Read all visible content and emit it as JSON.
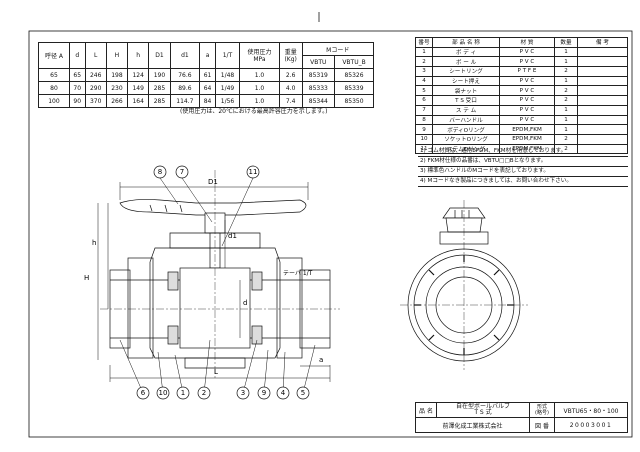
{
  "dims_table": {
    "headers": [
      "呼径\nA",
      "d",
      "L",
      "H",
      "h",
      "D1",
      "d1",
      "a",
      "1/T",
      "使用圧力\nMPa",
      "重量\n(Kg)",
      "Mコード"
    ],
    "mcode_sub": [
      "VBTU",
      "VBTU_B"
    ],
    "rows": [
      [
        "65",
        "65",
        "246",
        "198",
        "124",
        "190",
        "76.6",
        "61",
        "1/48",
        "1.0",
        "2.6",
        "85319",
        "85326"
      ],
      [
        "80",
        "70",
        "290",
        "230",
        "149",
        "285",
        "89.6",
        "64",
        "1/49",
        "1.0",
        "4.0",
        "85333",
        "85339"
      ],
      [
        "100",
        "90",
        "370",
        "266",
        "164",
        "285",
        "114.7",
        "84",
        "1/56",
        "1.0",
        "7.4",
        "85344",
        "85350"
      ]
    ],
    "footnote": "(使用圧力は、20℃における最高許容圧力を示します。)"
  },
  "parts_table": {
    "headers": [
      "番号",
      "部 品 名 称",
      "材 質",
      "数量",
      "備 考"
    ],
    "rows": [
      [
        "1",
        "ボ デ ィ",
        "P V C",
        "1",
        ""
      ],
      [
        "2",
        "ボ ー ル",
        "P V C",
        "1",
        ""
      ],
      [
        "3",
        "シートリング",
        "P T F E",
        "2",
        ""
      ],
      [
        "4",
        "シート押え",
        "P V C",
        "1",
        ""
      ],
      [
        "5",
        "袋ナット",
        "P V C",
        "2",
        ""
      ],
      [
        "6",
        "T S 受口",
        "P V C",
        "2",
        ""
      ],
      [
        "7",
        "ス テ ム",
        "P V C",
        "1",
        ""
      ],
      [
        "8",
        "バーハンドル",
        "P V C",
        "1",
        ""
      ],
      [
        "9",
        "ボディOリング",
        "EPDM,FKM",
        "1",
        ""
      ],
      [
        "10",
        "ソケットOリング",
        "EPDM,FKM",
        "2",
        ""
      ],
      [
        "11",
        "ステムOリング",
        "EPDM,FKM",
        "2",
        ""
      ]
    ]
  },
  "notes": [
    "1)  ゴム材質は、通常EPDM、FKM材を用意しております。",
    "2)  FKM材仕様の品番は、VBTU□□Bとなります。",
    "3)  標準色ハンドルのMコードを表記しております。",
    "4)  Mコードなき製品につきましては、お問い合わせ下さい。"
  ],
  "drawing": {
    "balloons": [
      "8",
      "7",
      "11",
      "6",
      "10",
      "1",
      "2",
      "3",
      "9",
      "4",
      "5"
    ],
    "labels": {
      "D1": "D1",
      "h": "h",
      "H": "H",
      "d": "d",
      "d1": "d1",
      "L": "L",
      "a": "a",
      "taper": "テーパ 1/T"
    }
  },
  "title_block": {
    "name_label": "品 名",
    "name_line1": "自在型ボールバルブ",
    "name_line2": "T S 式",
    "model_label": "形式\n(略号)",
    "model_value": "VBTU65・80・100",
    "company": "前澤化成工業株式会社",
    "number_label": "図 番",
    "number_value": "20003001"
  },
  "colors": {
    "ink": "#111111",
    "paper": "#ffffff"
  }
}
